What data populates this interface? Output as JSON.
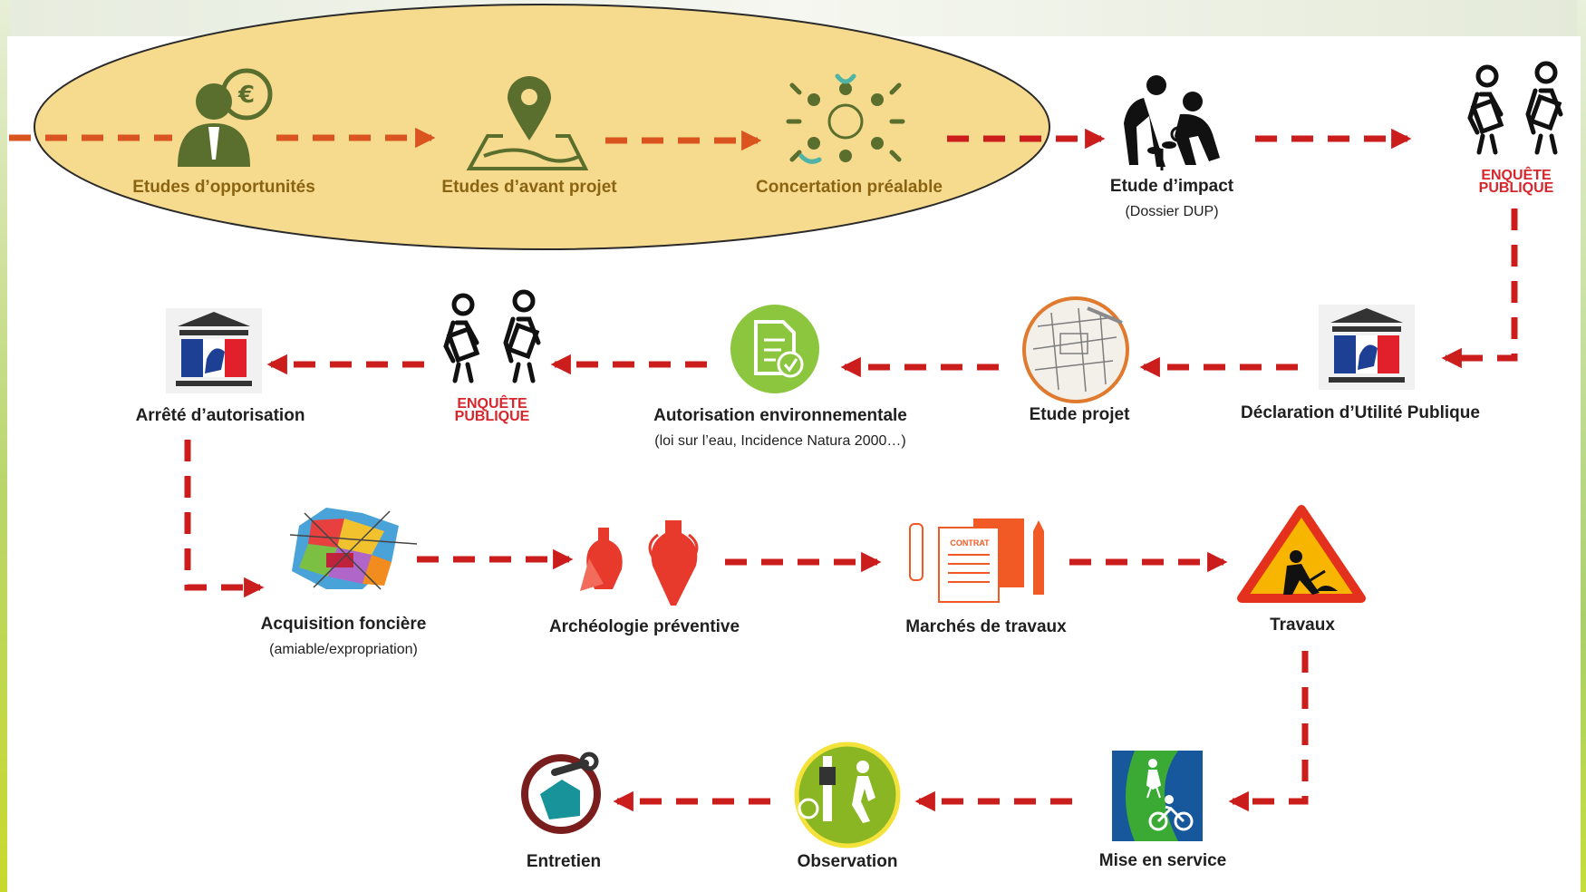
{
  "steps": {
    "s1": {
      "title": "Etudes d’opportunités",
      "icon": "person-euro-icon",
      "phase": "upstream"
    },
    "s2": {
      "title": "Etudes d’avant projet",
      "icon": "map-pin-icon",
      "phase": "upstream"
    },
    "s3": {
      "title": "Concertation préalable",
      "icon": "people-circle-icon",
      "phase": "upstream"
    },
    "s4": {
      "title": "Etude d’impact",
      "subtitle": "(Dossier DUP)",
      "icon": "people-planting-icon"
    },
    "s5": {
      "badge": "ENQUÊTE\nPUBLIQUE",
      "icon": "public-inquiry-icon"
    },
    "s6": {
      "title": "Déclaration d’Utilité Publique",
      "icon": "prefecture-building-icon"
    },
    "s7": {
      "title": "Etude projet",
      "icon": "blueprint-icon"
    },
    "s8": {
      "title": "Autorisation environnementale",
      "subtitle": "(loi sur l’eau, Incidence Natura 2000…)",
      "icon": "document-check-icon"
    },
    "s9": {
      "badge": "ENQUÊTE\nPUBLIQUE",
      "icon": "public-inquiry-icon"
    },
    "s10": {
      "title": "Arrêté d’autorisation",
      "icon": "prefecture-building-icon"
    },
    "s11": {
      "title": "Acquisition foncière",
      "subtitle": "(amiable/expropriation)",
      "icon": "land-parcels-icon"
    },
    "s12": {
      "title": "Archéologie préventive",
      "icon": "amphora-icon"
    },
    "s13": {
      "title": "Marchés de travaux",
      "icon": "contract-icon",
      "contract_word": "CONTRAT"
    },
    "s14": {
      "title": "Travaux",
      "icon": "roadworks-sign-icon"
    },
    "s15": {
      "title": "Mise en service",
      "icon": "greenway-sign-icon"
    },
    "s16": {
      "title": "Observation",
      "icon": "cyclist-observation-icon"
    },
    "s17": {
      "title": "Entretien",
      "icon": "fist-wrench-icon"
    }
  },
  "flow": [
    "s1",
    "s2",
    "s3",
    "s4",
    "s5",
    "s6",
    "s7",
    "s8",
    "s9",
    "s10",
    "s11",
    "s12",
    "s13",
    "s14",
    "s15",
    "s16",
    "s17"
  ],
  "colors": {
    "arrow": "#cc1d1d",
    "arrow_upstream": "#d9541f",
    "upstream_fill": "#f6db8f",
    "upstream_label": "#8a6410",
    "icon_olive": "#5a6e2e",
    "badge_red": "#d6262b",
    "env_green": "#8cc63f",
    "roadworks_orange": "#f28c1e",
    "greenway_blue": "#17579b"
  }
}
